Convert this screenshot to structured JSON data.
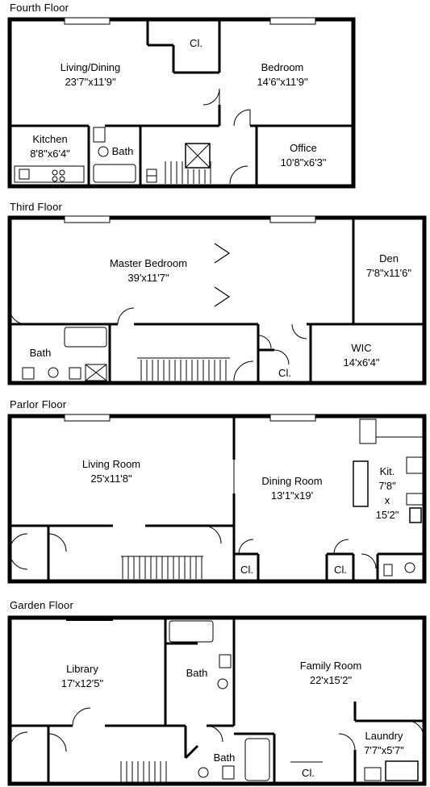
{
  "floors": {
    "fourth": {
      "title": "Fourth Floor",
      "rooms": {
        "living": {
          "name": "Living/Dining",
          "dims": "23'7\"x11'9\""
        },
        "bedroom": {
          "name": "Bedroom",
          "dims": "14'6\"x11'9\""
        },
        "closet": {
          "name": "Cl."
        },
        "kitchen": {
          "name": "Kitchen",
          "dims": "8'8\"x6'4\""
        },
        "bath": {
          "name": "Bath"
        },
        "office": {
          "name": "Office",
          "dims": "10'8\"x6'3\""
        }
      }
    },
    "third": {
      "title": "Third Floor",
      "rooms": {
        "master": {
          "name": "Master Bedroom",
          "dims": "39'x11'7\""
        },
        "den": {
          "name": "Den",
          "dims": "7'8\"x11'6\""
        },
        "bath": {
          "name": "Bath"
        },
        "wic": {
          "name": "WIC",
          "dims": "14'x6'4\""
        },
        "closet": {
          "name": "Cl."
        }
      }
    },
    "parlor": {
      "title": "Parlor Floor",
      "rooms": {
        "living": {
          "name": "Living Room",
          "dims": "25'x11'8\""
        },
        "dining": {
          "name": "Dining Room",
          "dims": "13'1\"x19'"
        },
        "kit": {
          "name": "Kit.",
          "dims_a": "7'8\"",
          "dims_x": "x",
          "dims_b": "15'2\""
        },
        "closet1": {
          "name": "Cl."
        },
        "closet2": {
          "name": "Cl."
        }
      }
    },
    "garden": {
      "title": "Garden Floor",
      "rooms": {
        "library": {
          "name": "Library",
          "dims": "17'x12'5\""
        },
        "bath1": {
          "name": "Bath"
        },
        "family": {
          "name": "Family Room",
          "dims": "22'x15'2\""
        },
        "bath2": {
          "name": "Bath"
        },
        "laundry": {
          "name": "Laundry",
          "dims": "7'7\"x5'7\""
        },
        "closet": {
          "name": "Cl."
        }
      }
    }
  }
}
